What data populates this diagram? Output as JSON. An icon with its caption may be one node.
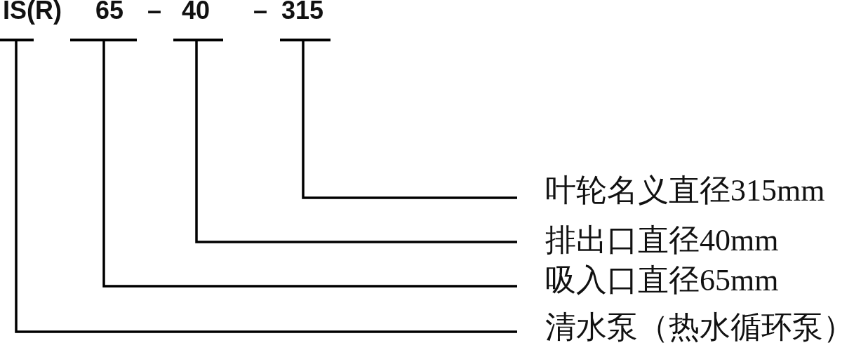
{
  "diagram": {
    "nodes": [
      {
        "text": [
          "IS(R)"
        ]
      },
      {
        "text": [
          "65"
        ]
      },
      {
        "text": [
          "40"
        ]
      },
      {
        "text": [
          "315"
        ]
      },
      {
        "text": [
          "叶轮名义直径315mm"
        ]
      },
      {
        "text": [
          "排出口直径40mm"
        ]
      },
      {
        "text": [
          "吸入口直径65mm"
        ]
      },
      {
        "text": [
          "清水泵（热水循环泵）"
        ]
      }
    ],
    "edges": [
      {
        "from": 0,
        "to": 7,
        "arrow": "none"
      },
      {
        "from": 1,
        "to": 6,
        "arrow": "none"
      },
      {
        "from": 2,
        "to": 5,
        "arrow": "none"
      },
      {
        "from": 3,
        "to": 4,
        "arrow": "none"
      }
    ],
    "labels": [
      "–",
      "–"
    ]
  }
}
